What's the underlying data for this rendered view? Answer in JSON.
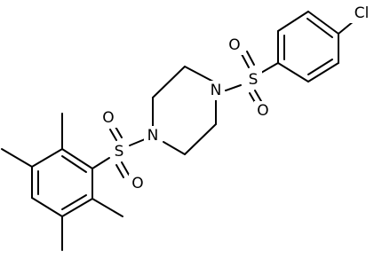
{
  "molecule": {
    "atoms": {
      "cl": "Cl",
      "s_right": "S",
      "o_right_top": "O",
      "o_right_bottom": "O",
      "n_right": "N",
      "n_left": "N",
      "s_left": "S",
      "o_left_top": "O",
      "o_left_bottom": "O"
    },
    "colors": {
      "bond": "#000000",
      "background": "#ffffff",
      "text": "#000000"
    }
  }
}
